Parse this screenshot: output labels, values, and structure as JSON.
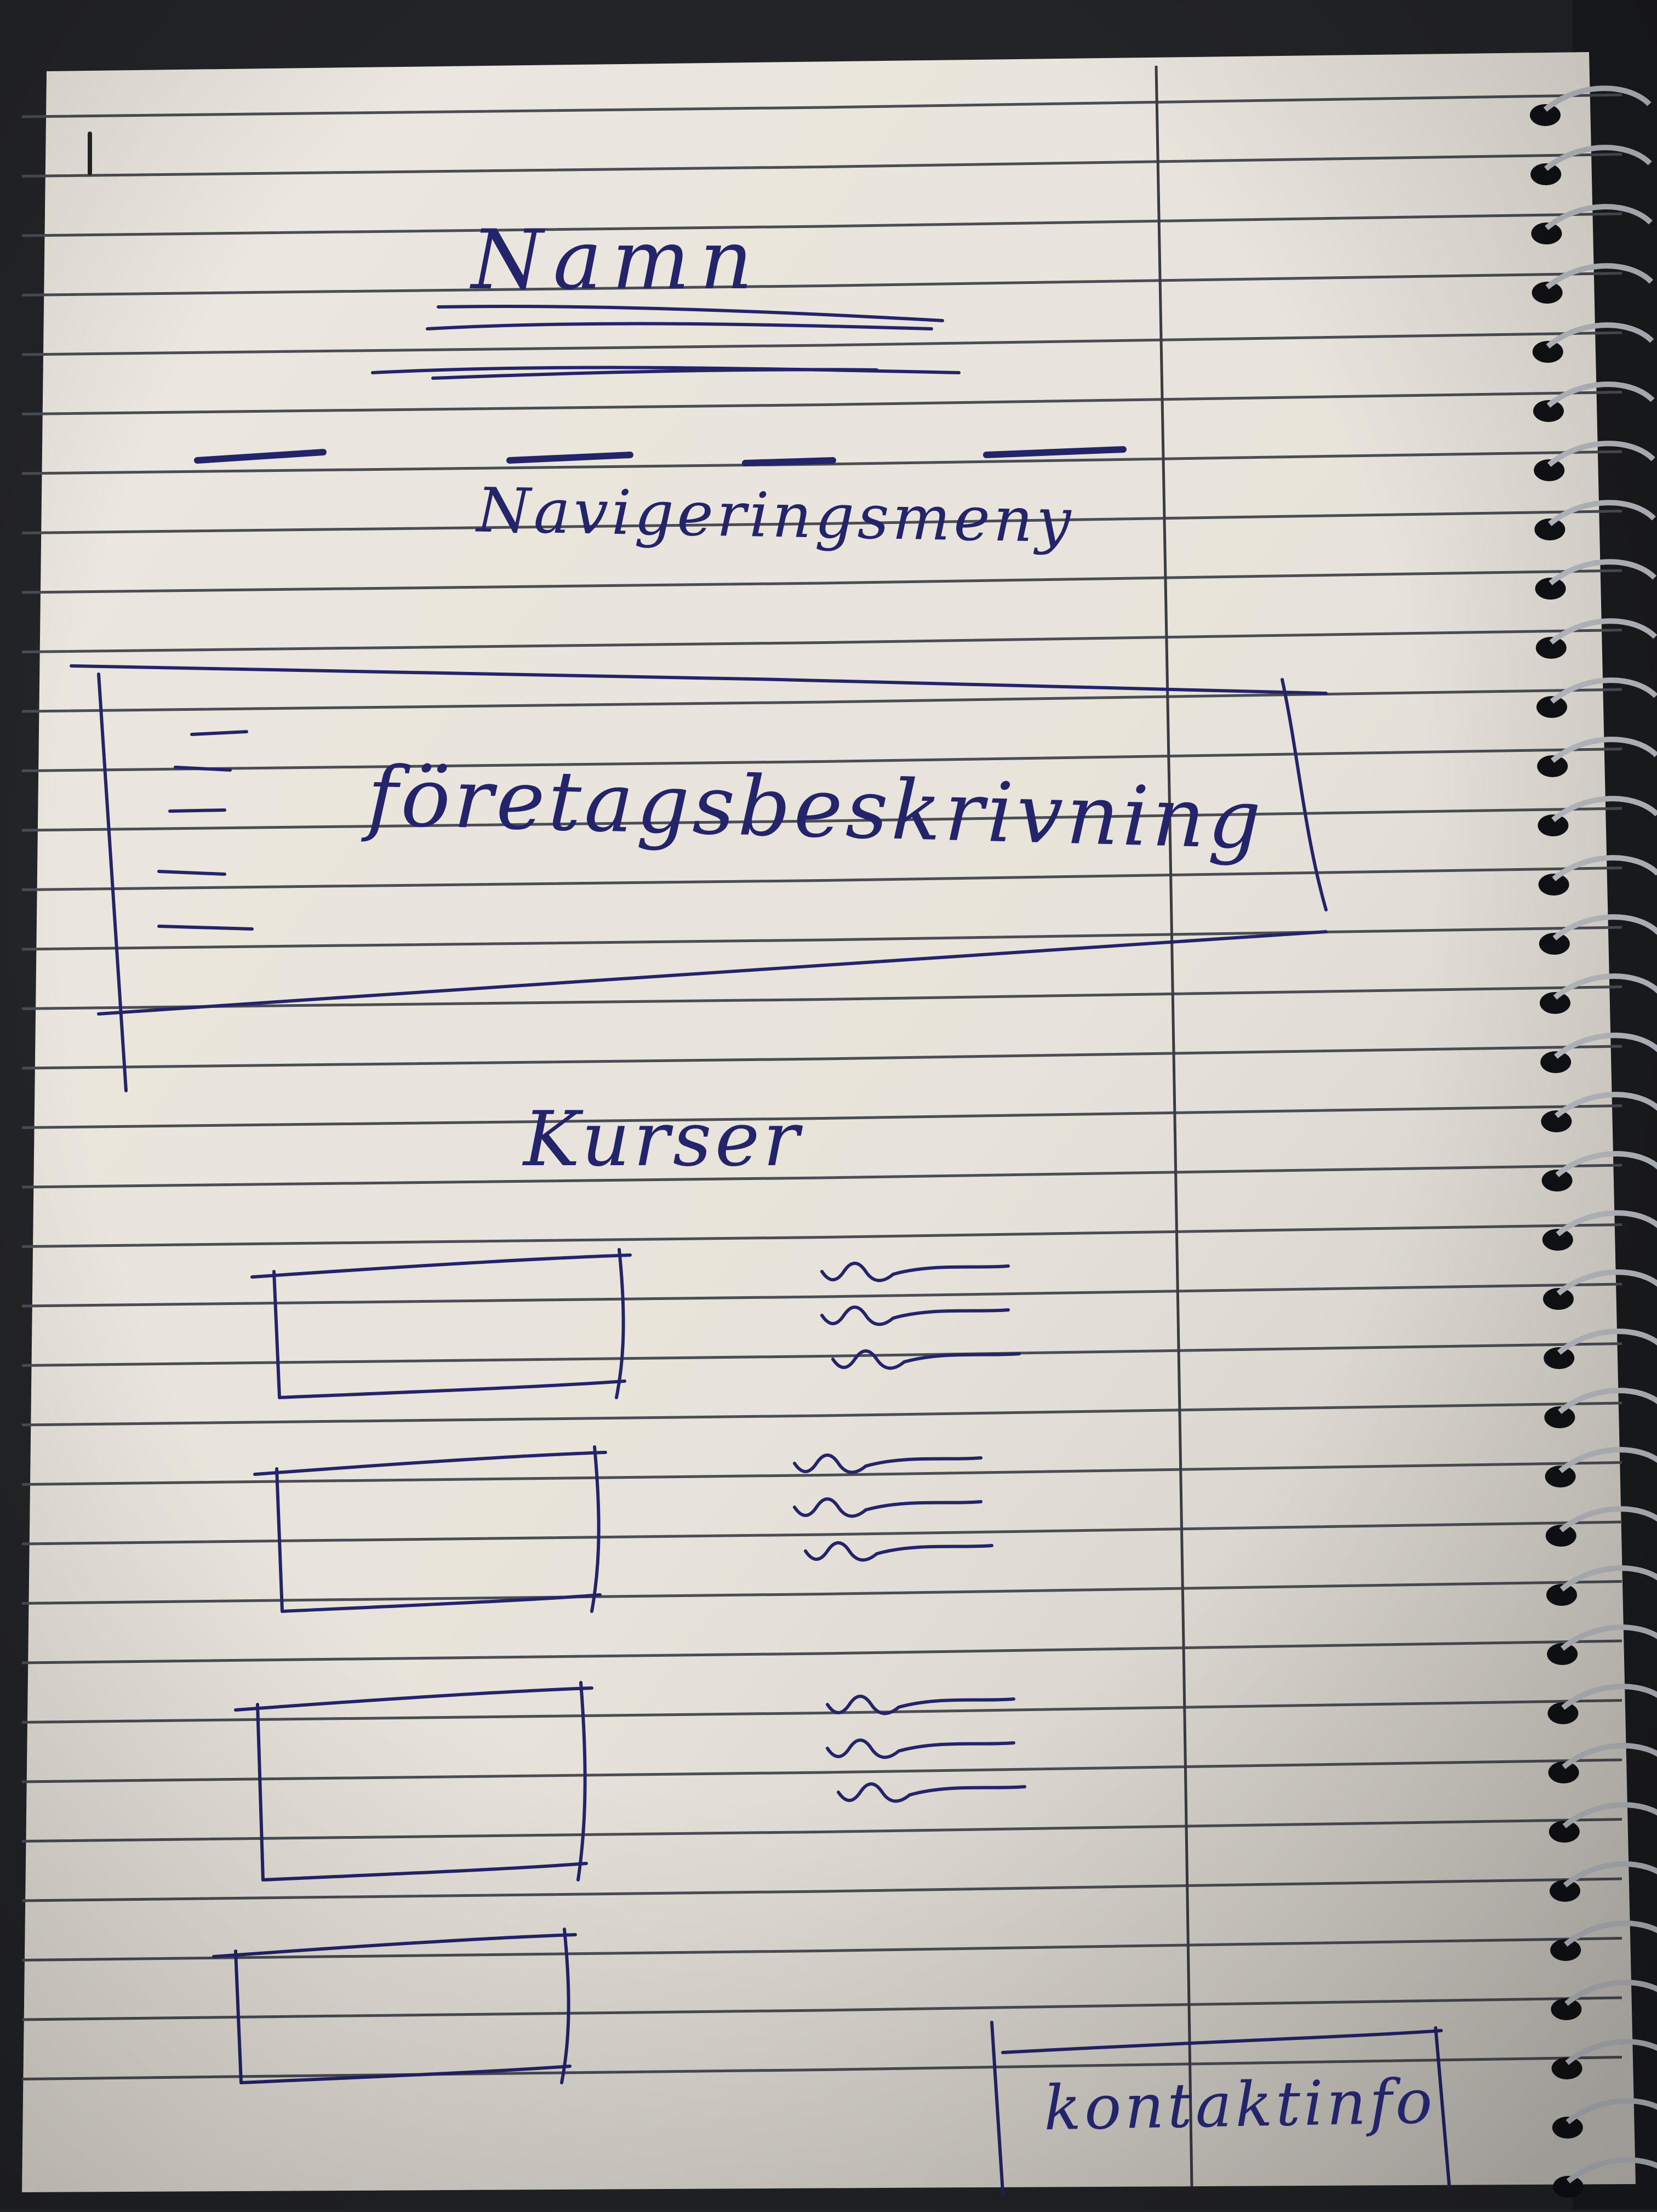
{
  "sketch": {
    "header_title": "Namn",
    "nav_label": "Navigeringsmeny",
    "company_description": "företagsbeskrivning",
    "courses_heading": "Kurser",
    "contact_label": "kontaktinfo"
  },
  "course_items_count": 4,
  "colors": {
    "ink": "#23246a",
    "paper": "#e9e5dc",
    "rule_line": "#40434a",
    "margin_line": "#3a3c42",
    "background": "#232427",
    "spiral": "#b9bcc2"
  }
}
